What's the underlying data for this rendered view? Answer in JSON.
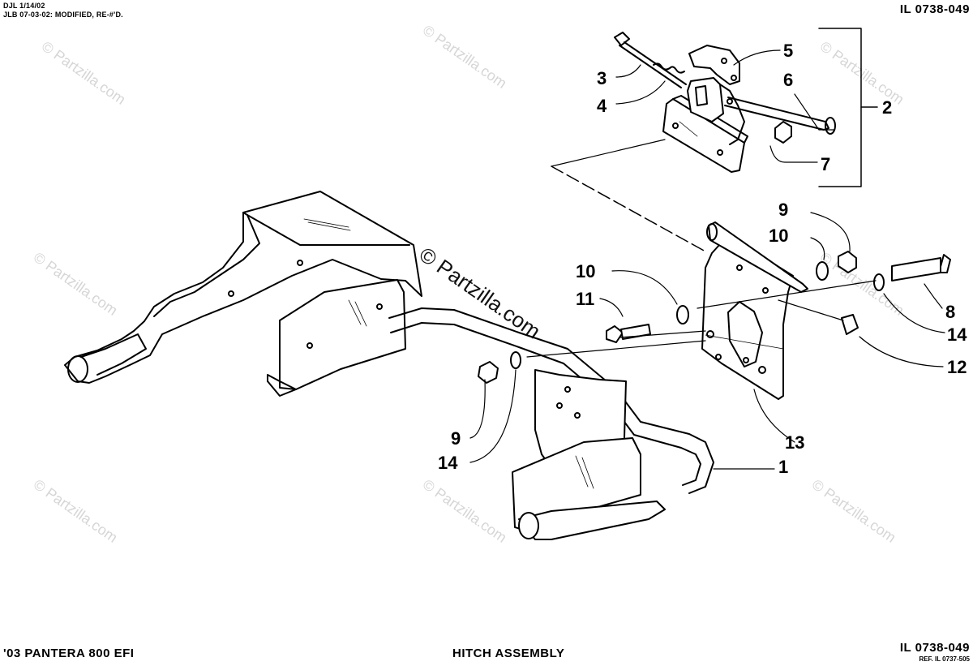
{
  "header": {
    "draft_line1": "DJL 1/14/02",
    "draft_line2": "JLB 07-03-02: MODIFIED, RE-#'D.",
    "illustration_id": "IL 0738-049"
  },
  "footer": {
    "model": "'03 PANTERA 800 EFI",
    "title": "HITCH ASSEMBLY",
    "illustration_id": "IL 0738-049",
    "reference": "REF. IL 0737-505"
  },
  "watermark": {
    "text": "© Partzilla.com",
    "center_text": "© Partzilla.com"
  },
  "callouts": {
    "c1": "1",
    "c2": "2",
    "c3": "3",
    "c4": "4",
    "c5": "5",
    "c6": "6",
    "c7": "7",
    "c8": "8",
    "c9a": "9",
    "c9b": "9",
    "c10a": "10",
    "c10b": "10",
    "c11": "11",
    "c12": "12",
    "c13": "13",
    "c14a": "14",
    "c14b": "14"
  }
}
